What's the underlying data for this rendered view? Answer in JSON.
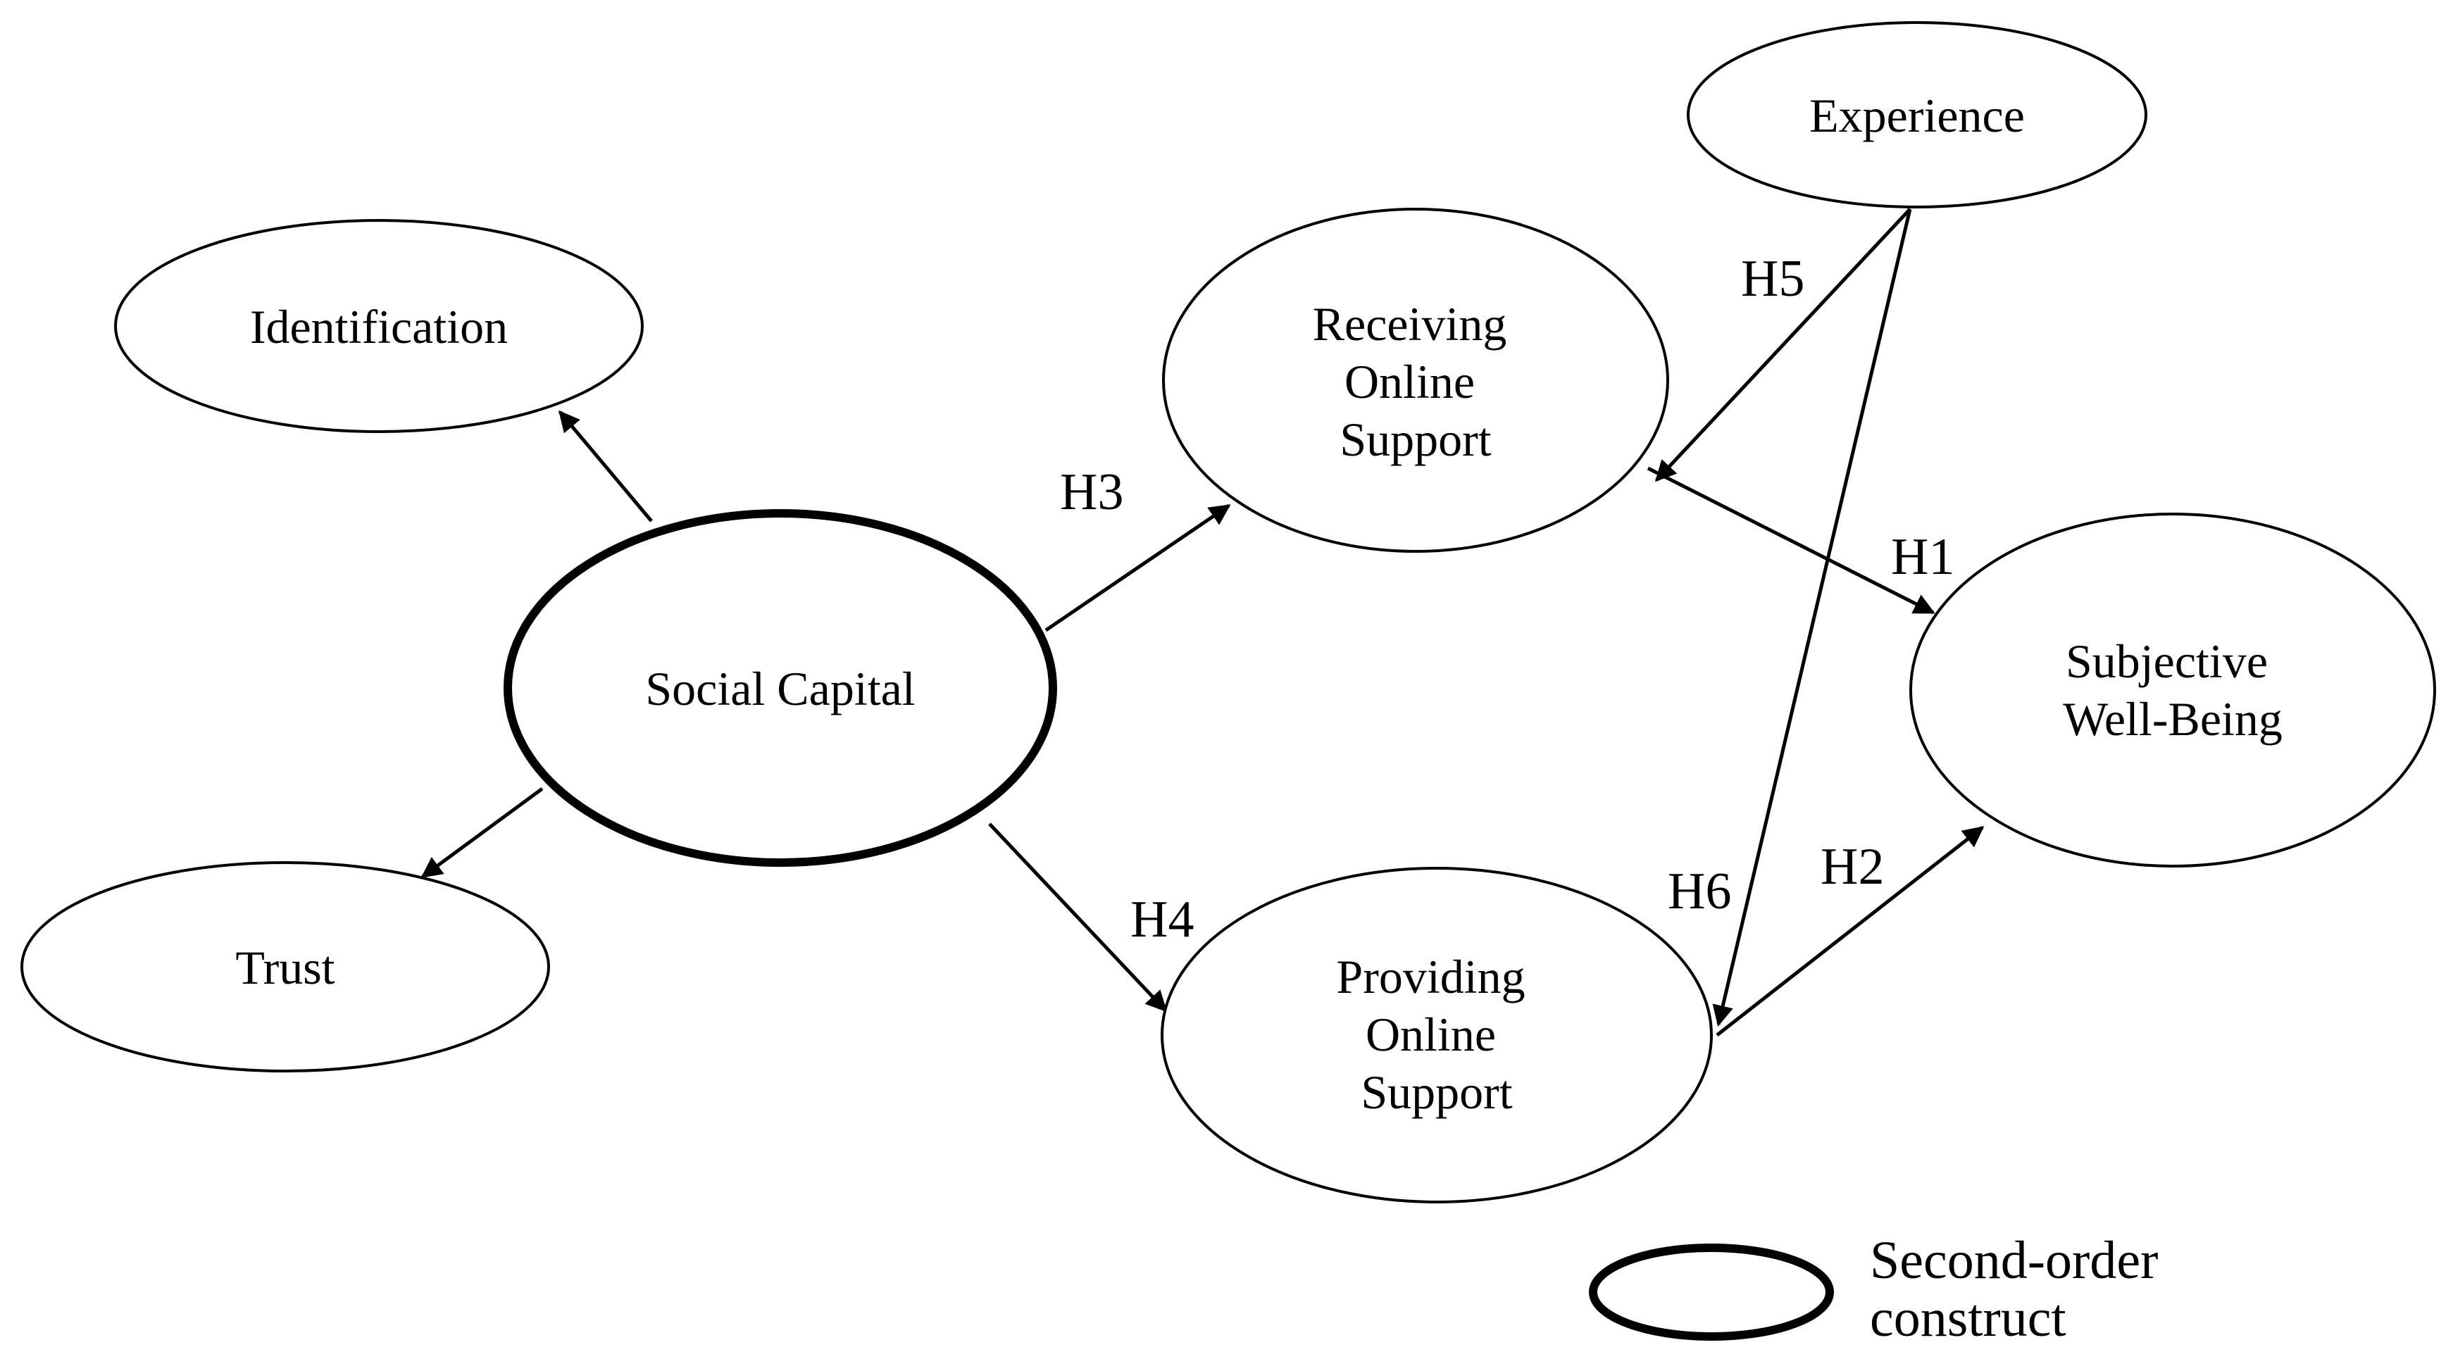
{
  "nodes": {
    "identification": {
      "lines": [
        "Identification"
      ]
    },
    "trust": {
      "lines": [
        "Trust"
      ]
    },
    "social_capital": {
      "lines": [
        "Social Capital"
      ]
    },
    "receiving": {
      "lines": [
        "Receiving",
        "Online",
        "Support"
      ]
    },
    "providing": {
      "lines": [
        "Providing",
        "Online",
        "Support"
      ]
    },
    "experience": {
      "lines": [
        "Experience"
      ]
    },
    "wellbeing": {
      "lines": [
        "Subjective",
        "Well-Being"
      ]
    }
  },
  "hypotheses": {
    "h1": "H1",
    "h2": "H2",
    "h3": "H3",
    "h4": "H4",
    "h5": "H5",
    "h6": "H6"
  },
  "legend": {
    "lines": [
      "Second-order",
      "construct"
    ]
  },
  "colors": {
    "stroke": "#000000",
    "background": "#ffffff"
  }
}
